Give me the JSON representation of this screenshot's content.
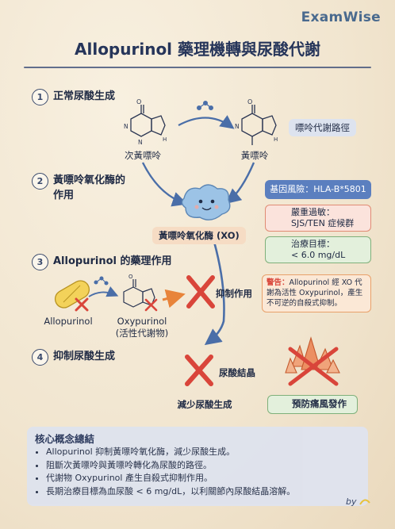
{
  "brand": "ExamWise",
  "title": "Allopurinol 藥理機轉與尿酸代謝",
  "steps": [
    {
      "num": "1",
      "label": "正常尿酸生成"
    },
    {
      "num": "2",
      "label": "黃嘌呤氧化酶的",
      "label2": "作用"
    },
    {
      "num": "3",
      "label": "Allopurinol 的藥理作用"
    },
    {
      "num": "4",
      "label": "抑制尿酸生成"
    }
  ],
  "molecules": {
    "hypoxanthine": "次黃嘌呤",
    "xanthine": "黃嘌呤",
    "pathway": "嘌呤代謝路徑",
    "allopurinol": "Allopurinol",
    "oxypurinol": "Oxypurinol",
    "oxypurinol_sub": "(活性代謝物)"
  },
  "enzyme": {
    "label": "黃嘌呤氧化酶 (XO)"
  },
  "notes": {
    "gene_risk": "基因風險：HLA-B*5801",
    "allergy_line1": "嚴重過敏：",
    "allergy_line2": "SJS/TEN 症候群",
    "target_line1": "治療目標：",
    "target_line2": "< 6.0 mg/dL",
    "warning_title": "警告：",
    "warning_body": "Allopurinol 經 XO 代謝為活性 Oxypurinol，產生不可逆的自殺式抑制。"
  },
  "inhibit_label": "抑制作用",
  "uric_crystal": "尿酸結晶",
  "reduce_label": "減少尿酸生成",
  "prevent_gout": "預防痛風發作",
  "summary": {
    "title": "核心概念總結",
    "items": [
      "Allopurinol 抑制黃嘌呤氧化酶，減少尿酸生成。",
      "阻斷次黃嘌呤與黃嘌呤轉化為尿酸的路徑。",
      "代謝物 Oxypurinol 產生自殺式抑制作用。",
      "長期治療目標為血尿酸 < 6 mg/dL，以利關節內尿酸結晶溶解。"
    ]
  },
  "signature": "by",
  "colors": {
    "navy": "#26355a",
    "red": "#d9453a",
    "orange": "#e8843a",
    "green": "#3f8f4a",
    "blue": "#5b7fbf"
  }
}
